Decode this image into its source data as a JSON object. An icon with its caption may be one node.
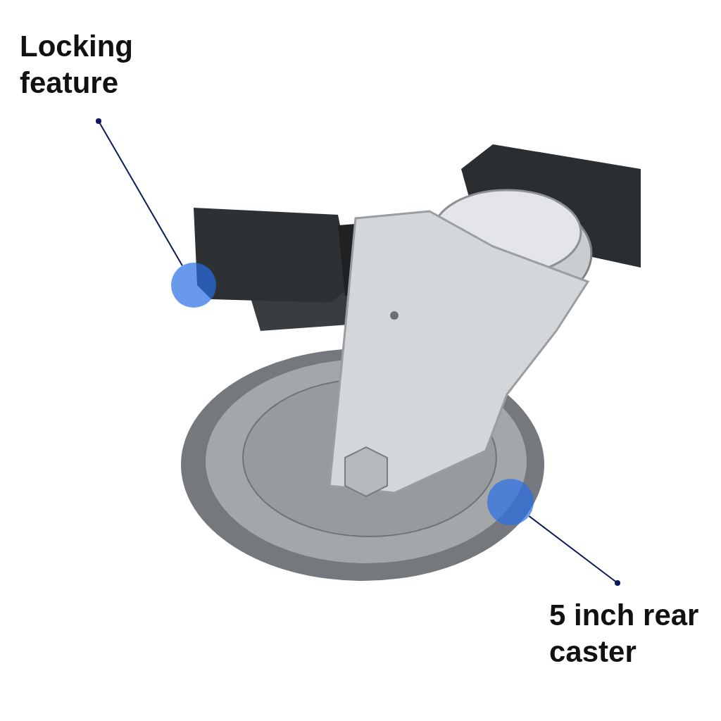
{
  "diagram": {
    "nodes": [
      {
        "text": [
          "Locking feature"
        ]
      },
      {
        "text": [
          "5 inch rear caster"
        ]
      },
      {
        "text": [],
        "shape": "circle"
      },
      {
        "text": [],
        "shape": "circle"
      }
    ],
    "edges": [
      {
        "from": 0,
        "to": 2,
        "arrow": "other"
      },
      {
        "from": 1,
        "to": 3,
        "arrow": "other"
      }
    ]
  }
}
